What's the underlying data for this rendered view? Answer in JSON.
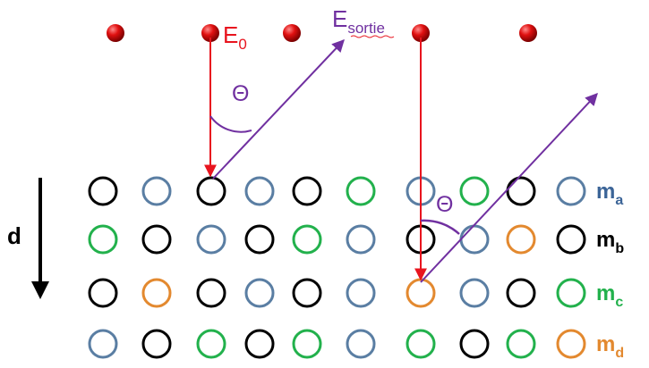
{
  "labels": {
    "e0_main": "E",
    "e0_sub": "0",
    "esortie_main": "E",
    "esortie_sub": "sortie",
    "theta_top": "Θ",
    "theta_bottom": "Θ",
    "depth": "d"
  },
  "rows": [
    {
      "label_main": "m",
      "label_sub": "a",
      "label_color": "#3b6497",
      "circles": [
        "black",
        "blue",
        "black",
        "blue",
        "black",
        "green",
        "blue",
        "green",
        "black",
        "blue"
      ]
    },
    {
      "label_main": "m",
      "label_sub": "b",
      "label_color": "#000000",
      "circles": [
        "green",
        "black",
        "blue",
        "black",
        "green",
        "blue",
        "black",
        "blue",
        "orange",
        "black"
      ]
    },
    {
      "label_main": "m",
      "label_sub": "c",
      "label_color": "#22b14c",
      "circles": [
        "black",
        "orange",
        "black",
        "blue",
        "black",
        "blue",
        "orange",
        "blue",
        "black",
        "green"
      ]
    },
    {
      "label_main": "m",
      "label_sub": "d",
      "label_color": "#e3892f",
      "circles": [
        "blue",
        "black",
        "green",
        "black",
        "green",
        "blue",
        "green",
        "black",
        "green",
        "orange"
      ]
    }
  ],
  "colors": {
    "black": "#000000",
    "blue": "#5a7ea3",
    "green": "#22b14c",
    "orange": "#e3892f",
    "incident": "#e8141e",
    "exit": "#7030a0",
    "particle": "#d40000"
  }
}
